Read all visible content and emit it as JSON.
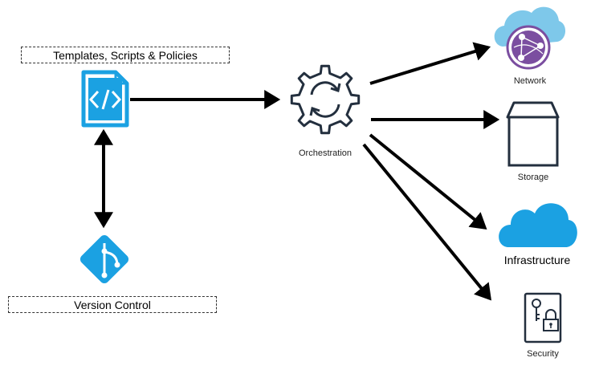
{
  "labels": {
    "templates": "Templates, Scripts & Policies",
    "version_control": "Version Control",
    "orchestration": "Orchestration",
    "network": "Network",
    "storage": "Storage",
    "infrastructure": "Infrastructure",
    "security": "Security"
  },
  "icons": {
    "code_file": "code-file-icon",
    "git": "git-icon",
    "gear_sync": "gear-sync-icon",
    "network": "cloud-network-icon",
    "storage": "storage-box-icon",
    "infrastructure": "cloud-icon",
    "security": "key-lock-icon"
  },
  "colors": {
    "accent_blue": "#1ba1e2",
    "cloud_light": "#7ec8ea",
    "network_purple": "#7b4ea0",
    "dark_navy": "#232f3e",
    "arrow": "#000000"
  }
}
